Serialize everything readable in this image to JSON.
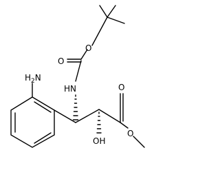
{
  "molecule": {
    "atoms": {
      "o_ester_boc": "O",
      "o_carbonyl_boc": "O",
      "nh_label": "HN",
      "nh2_label": "NH2",
      "nh2_h": "H",
      "nh2_sub": "2",
      "n_amine": "N",
      "o_carbonyl_ester": "O",
      "o_ester_methyl": "O",
      "oh_label": "OH"
    }
  }
}
